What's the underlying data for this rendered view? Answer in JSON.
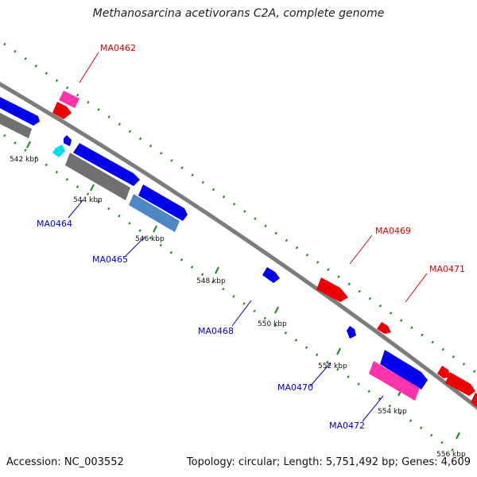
{
  "title": "Methanosarcina acetivorans C2A, complete genome",
  "footer": {
    "accession": "Accession: NC_003552",
    "summary": "Topology: circular; Length: 5,751,492 bp; Genes: 4,609"
  },
  "ticks": [
    "542 kbp",
    "544 kbp",
    "546 kbp",
    "548 kbp",
    "550 kbp",
    "552 kbp",
    "554 kbp",
    "556 kbp"
  ],
  "gene_labels": {
    "ma0462": "MA0462",
    "ma0464": "MA0464",
    "ma0465": "MA0465",
    "ma0468": "MA0468",
    "ma0469": "MA0469",
    "ma0470": "MA0470",
    "ma0471": "MA0471",
    "ma0472": "MA0472"
  },
  "colors": {
    "backbone": "#8c8c8c",
    "tick_dots": "#1a8a1a",
    "forward_gene": "#ee0000",
    "forward_gene_alt": "#ff33aa",
    "reverse_gene": "#0000ee",
    "reverse_gene_alt": "#4d88c4",
    "rna": "#00e0ee",
    "pseudo": "#707070",
    "label_red": "#dd0000",
    "label_blue": "#0000cc"
  }
}
